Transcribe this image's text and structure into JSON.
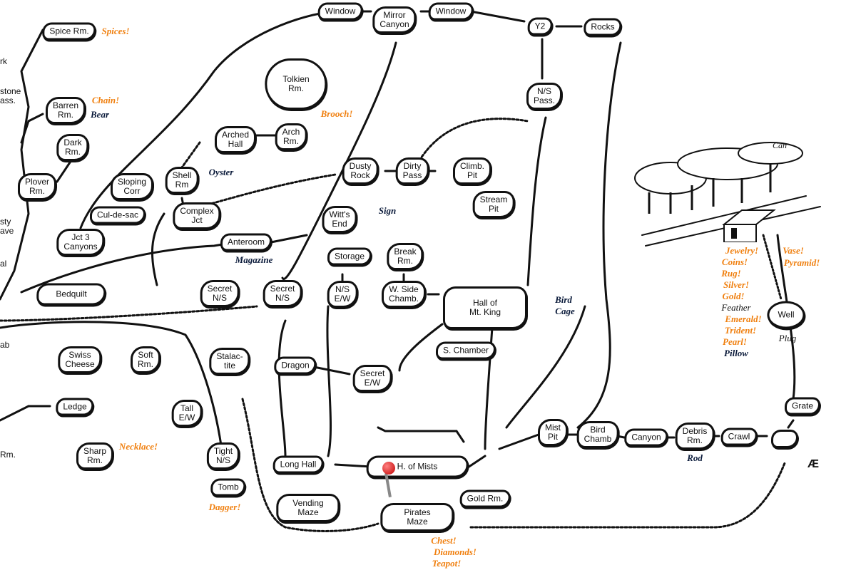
{
  "rooms": {
    "spice": "Spice Rm.",
    "barren": [
      "Barren",
      "Rm."
    ],
    "dark": [
      "Dark",
      "Rm."
    ],
    "plover": [
      "Plover",
      "Rm."
    ],
    "jct3": [
      "Jct 3",
      "Canyons"
    ],
    "sloping": [
      "Sloping",
      "Corr"
    ],
    "culdesac": "Cul-de-sac",
    "shell": [
      "Shell",
      "Rm"
    ],
    "complex": [
      "Complex",
      "Jct"
    ],
    "arched": [
      "Arched",
      "Hall"
    ],
    "arch": [
      "Arch",
      "Rm."
    ],
    "tolkien": [
      "Tolkien",
      "Rm."
    ],
    "window1": "Window",
    "mirror": [
      "Mirror",
      "Canyon"
    ],
    "window2": "Window",
    "y2": "Y2",
    "rocks": "Rocks",
    "nspass": [
      "N/S",
      "Pass."
    ],
    "dusty": [
      "Dusty",
      "Rock"
    ],
    "dirty": [
      "Dirty",
      "Pass"
    ],
    "climb": [
      "Climb.",
      "Pit"
    ],
    "stream": [
      "Stream",
      "Pit"
    ],
    "witts": [
      "Witt's",
      "End"
    ],
    "anteroom": "Anteroom",
    "storage": "Storage",
    "break": [
      "Break",
      "Rm."
    ],
    "nsew": [
      "N/S",
      "E/W"
    ],
    "wside": [
      "W. Side",
      "Chamb."
    ],
    "mtking": [
      "Hall of",
      "Mt. King"
    ],
    "schamber": "S. Chamber",
    "secretns1": [
      "Secret",
      "N/S"
    ],
    "secretns2": [
      "Secret",
      "N/S"
    ],
    "bedquilt": "Bedquilt",
    "swiss": [
      "Swiss",
      "Cheese"
    ],
    "soft": [
      "Soft",
      "Rm."
    ],
    "stalactite": [
      "Stalac-",
      "tite"
    ],
    "dragon": "Dragon",
    "secretew": [
      "Secret",
      "E/W"
    ],
    "ledge": "Ledge",
    "sharp": [
      "Sharp",
      "Rm."
    ],
    "tallew": [
      "Tall",
      "E/W"
    ],
    "tightns": [
      "Tight",
      "N/S"
    ],
    "tomb": "Tomb",
    "longhall": "Long Hall",
    "hmists": "H. of Mists",
    "goldrm": "Gold Rm.",
    "vending": [
      "Vending",
      "Maze"
    ],
    "pirates": [
      "Pirates",
      "Maze"
    ],
    "mistpit": [
      "Mist",
      "Pit"
    ],
    "bird": [
      "Bird",
      "Chamb"
    ],
    "canyon": "Canyon",
    "debris": [
      "Debris",
      "Rm."
    ],
    "crawl": "Crawl",
    "grate": "Grate",
    "well": "Well"
  },
  "partial": {
    "rk": "rk",
    "stone": [
      "stone",
      "ass."
    ],
    "sty": [
      "sty",
      "ave"
    ],
    "al": "al",
    "ab": "ab",
    "rm": "Rm."
  },
  "treasures": [
    "Spices!",
    "Chain!",
    "Brooch!",
    "Necklace!",
    "Dagger!",
    "Chest!",
    "Diamonds!",
    "Teapot!",
    "Jewelry!",
    "Coins!",
    "Rug!",
    "Silver!",
    "Gold!",
    "Emerald!",
    "Trident!",
    "Pearl!",
    "Vase!",
    "Pyramid!"
  ],
  "objects": [
    "Bear",
    "Oyster",
    "Sign",
    "Magazine",
    "Bird",
    "Cage",
    "Feather",
    "Plug",
    "Pillow",
    "Rod",
    "Can",
    "Æ"
  ],
  "colors": {
    "treasure": "#f08010",
    "object": "#0a1a3a",
    "pin": "#c00000"
  }
}
